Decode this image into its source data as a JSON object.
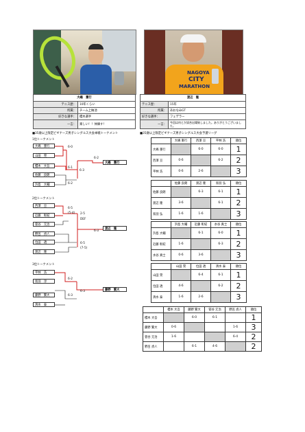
{
  "players": [
    {
      "name": "大嶋　重行",
      "rows": [
        {
          "label": "テニス歴：",
          "value": "10年くらい"
        },
        {
          "label": "所属：",
          "value": "チーム上納池"
        },
        {
          "label": "好きな選手：",
          "value": "櫻木選手"
        },
        {
          "label": "一言：",
          "value": "楽しい！！体練す！"
        }
      ]
    },
    {
      "name": "渡辺　隆",
      "rows": [
        {
          "label": "テニス歴：",
          "value": "15年"
        },
        {
          "label": "所属：",
          "value": "あおなみGT"
        },
        {
          "label": "好きな選手：",
          "value": "フェデラー"
        },
        {
          "label": "一言：",
          "value": "今回は何とか試合出場致しました。ありがとうございました。"
        }
      ]
    }
  ],
  "photo_text": {
    "marathon_1": "NAGOYA",
    "marathon_2": "CITY",
    "marathon_3": "MARATHON"
  },
  "section_titles": {
    "left": "■35歳以上限定ビギナーズ男子シングルス大会本戦トーナメント",
    "right": "■35歳以上限定ビギナーズ男子シングルス大会予選リーグ"
  },
  "brackets": [
    {
      "title": "1位トーナメント",
      "entrants": [
        "大嶋　重行",
        "山田　晃",
        "櫻木　大吾",
        "佐藤　良朗",
        "浜島　大輔"
      ],
      "scores": [
        "6-0",
        "6-1",
        "6-2",
        "6-3",
        "6-2"
      ],
      "winner": "大嶋　重行"
    },
    {
      "title": "2位トーナメント",
      "entrants": [
        "西澤　亘",
        "近藤　彰紀",
        "菅谷　元治",
        "野呂　貞人",
        "位田　透",
        "渡辺　隆"
      ],
      "scores": [
        "6-5",
        "(5-4)",
        "2-5",
        "DEF",
        "6-3",
        "6-5",
        "(7-5)"
      ],
      "winner": "渡辺　隆"
    },
    {
      "title": "3位トーナメント",
      "entrants": [
        "平林　浩",
        "鳥羽　淳",
        "藤野　繁大",
        "清水　泰"
      ],
      "scores": [
        "6-2",
        "6-3",
        "6-3"
      ],
      "winner": "藤野　繁大"
    }
  ],
  "leagues": [
    {
      "headers": [
        "大嶋 重行",
        "西澤 亘",
        "平林 浩",
        "順位"
      ],
      "rows": [
        {
          "name": "大嶋 重行",
          "cells": [
            "",
            "6-0",
            "6-0"
          ],
          "rank": "1"
        },
        {
          "name": "西澤 亘",
          "cells": [
            "0-6",
            "",
            "6-2"
          ],
          "rank": "2"
        },
        {
          "name": "平林 浩",
          "cells": [
            "0-6",
            "2-6",
            ""
          ],
          "rank": "3"
        }
      ]
    },
    {
      "headers": [
        "佐藤 良朗",
        "渡辺 隆",
        "鳥羽 弘",
        "順位"
      ],
      "rows": [
        {
          "name": "佐藤 良朗",
          "cells": [
            "",
            "6-3",
            "6-1"
          ],
          "rank": "1"
        },
        {
          "name": "渡辺 隆",
          "cells": [
            "3-6",
            "",
            "6-1"
          ],
          "rank": "2"
        },
        {
          "name": "鳥羽 弘",
          "cells": [
            "1-6",
            "1-6",
            ""
          ],
          "rank": "3"
        }
      ]
    },
    {
      "headers": [
        "浜島 大輔",
        "近藤 彰紀",
        "水谷 真士",
        "順位"
      ],
      "rows": [
        {
          "name": "浜島 大輔",
          "cells": [
            "",
            "6-1",
            "6-0"
          ],
          "rank": "1"
        },
        {
          "name": "近藤 彰紀",
          "cells": [
            "1-6",
            "",
            "6-3"
          ],
          "rank": "2"
        },
        {
          "name": "水谷 真士",
          "cells": [
            "0-6",
            "3-6",
            ""
          ],
          "rank": "3"
        }
      ]
    },
    {
      "headers": [
        "山田 晃",
        "位田 透",
        "清水 泰",
        "順位"
      ],
      "rows": [
        {
          "name": "山田 晃",
          "cells": [
            "",
            "6-4",
            "6-1"
          ],
          "rank": "1"
        },
        {
          "name": "位田 透",
          "cells": [
            "4-6",
            "",
            "6-2"
          ],
          "rank": "2"
        },
        {
          "name": "清水 泰",
          "cells": [
            "1-6",
            "2-6",
            ""
          ],
          "rank": "3"
        }
      ]
    },
    {
      "headers": [
        "櫻木 大吾",
        "藤野 繁大",
        "菅谷 元治",
        "野呂 貞人",
        "順位"
      ],
      "rows": [
        {
          "name": "櫻木 大吾",
          "cells": [
            "",
            "6-0",
            "6-1",
            ""
          ],
          "rank": "1"
        },
        {
          "name": "藤野 繁大",
          "cells": [
            "0-6",
            "",
            "",
            "1-6"
          ],
          "rank": "3"
        },
        {
          "name": "菅谷 元治",
          "cells": [
            "1-6",
            "",
            "",
            "6-4"
          ],
          "rank": "2"
        },
        {
          "name": "野呂 貞人",
          "cells": [
            "",
            "6-1",
            "4-6",
            ""
          ],
          "rank": "2"
        }
      ]
    }
  ]
}
